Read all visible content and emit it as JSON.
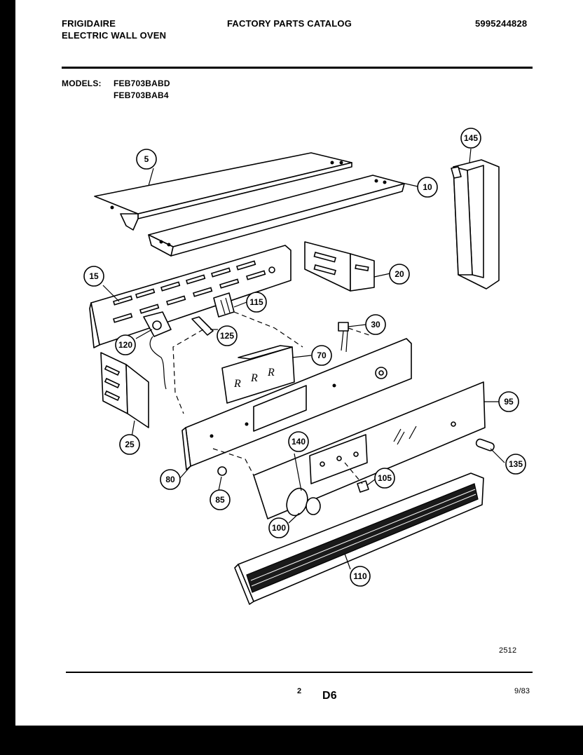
{
  "header": {
    "brand": "FRIGIDAIRE",
    "product": "ELECTRIC WALL OVEN",
    "catalog_title": "FACTORY PARTS CATALOG",
    "catalog_number": "5995244828"
  },
  "models": {
    "label": "MODELS:",
    "list": [
      "FEB703BABD",
      "FEB703BAB4"
    ]
  },
  "diagram": {
    "callouts": [
      "5",
      "10",
      "145",
      "15",
      "20",
      "115",
      "120",
      "125",
      "30",
      "70",
      "95",
      "25",
      "140",
      "135",
      "80",
      "105",
      "85",
      "100",
      "110"
    ]
  },
  "footer": {
    "figure_code": "2512",
    "page_number": "2",
    "section_code": "D6",
    "date_code": "9/83"
  }
}
